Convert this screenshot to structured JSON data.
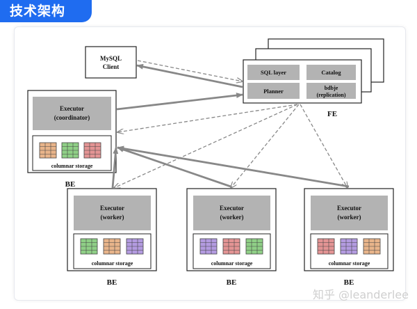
{
  "header": {
    "title": "技术架构"
  },
  "client": {
    "line1": "MySQL",
    "line2": "Client"
  },
  "fe": {
    "sql_layer": "SQL layer",
    "catalog": "Catalog",
    "planner": "Planner",
    "bdbje_line1": "bdbje",
    "bdbje_line2": "(replication)",
    "label": "FE"
  },
  "coordinator": {
    "exec_line1": "Executor",
    "exec_line2": "(coordinator)",
    "storage": "columnar storage",
    "label": "BE"
  },
  "workers": [
    {
      "exec_line1": "Executor",
      "exec_line2": "(worker)",
      "storage": "columnar storage",
      "label": "BE"
    },
    {
      "exec_line1": "Executor",
      "exec_line2": "(worker)",
      "storage": "columnar storage",
      "label": "BE"
    },
    {
      "exec_line1": "Executor",
      "exec_line2": "(worker)",
      "storage": "columnar storage",
      "label": "BE"
    }
  ],
  "watermark": "知乎 @leanderlee",
  "colors": {
    "accent": "#1f6cf0",
    "box_gray": "#b3b3b3",
    "table_orange": "#e8b48a",
    "table_green": "#8fcf86",
    "table_red": "#e39494",
    "table_purple": "#b39be0",
    "arrow": "#888888"
  }
}
